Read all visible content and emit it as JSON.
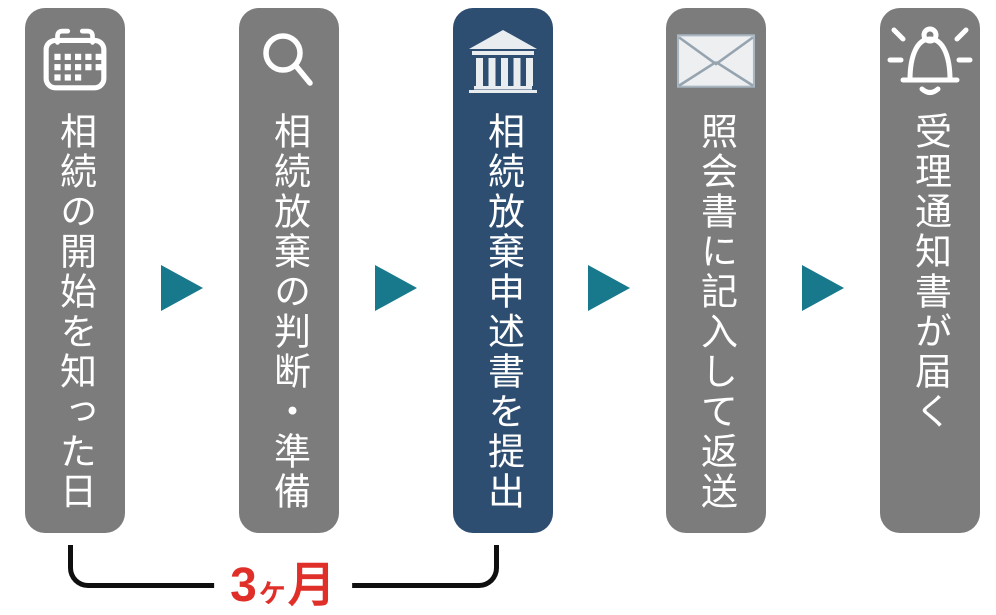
{
  "steps": [
    {
      "id": "step-1",
      "label": "相続の開始を知った日",
      "icon": "calendar-icon",
      "highlighted": false
    },
    {
      "id": "step-2",
      "label": "相続放棄の判断・準備",
      "icon": "search-icon",
      "highlighted": false
    },
    {
      "id": "step-3",
      "label": "相続放棄申述書を提出",
      "icon": "bank-icon",
      "highlighted": true
    },
    {
      "id": "step-4",
      "label": "照会書に記入して返送",
      "icon": "envelope-icon",
      "highlighted": false
    },
    {
      "id": "step-5",
      "label": "受理通知書が届く",
      "icon": "bell-icon",
      "highlighted": false
    }
  ],
  "duration": {
    "value": "3",
    "counter": "ヶ",
    "unit": "月",
    "text": "3ヶ月"
  },
  "colors": {
    "step_default": "#7c7c7c",
    "step_highlight": "#2d4d71",
    "arrow": "#17798b",
    "duration": "#df2f28",
    "bracket": "#0f0f0f",
    "label": "#ffffff"
  }
}
